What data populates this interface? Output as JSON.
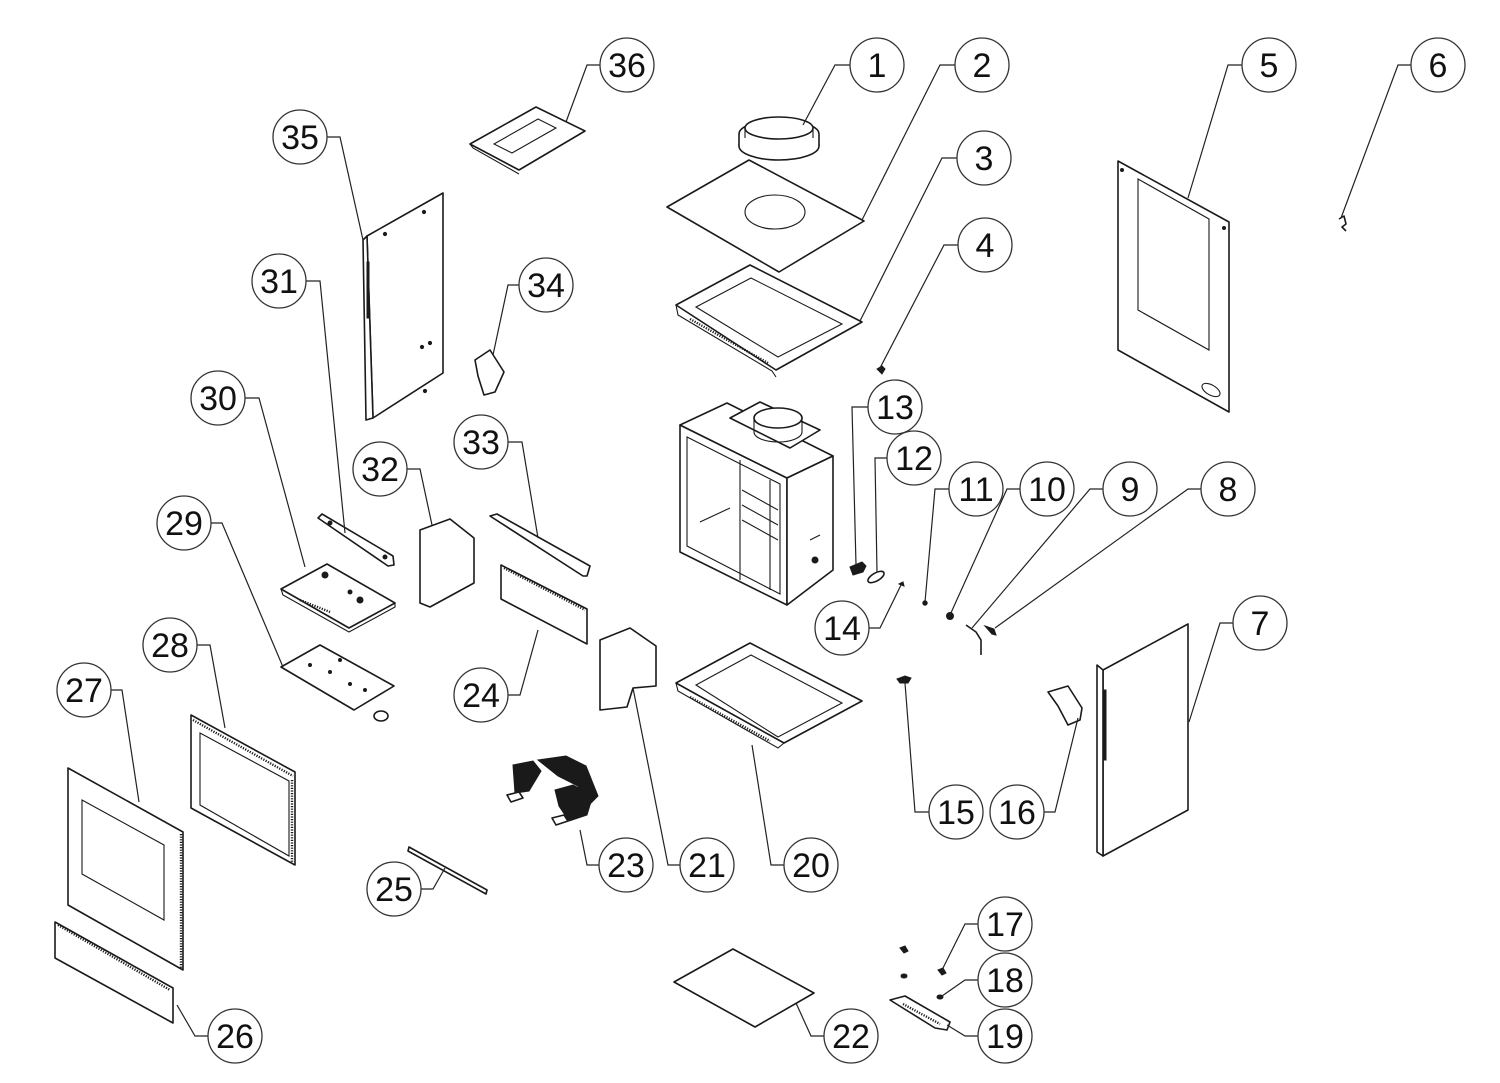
{
  "diagram": {
    "title": "Exploded parts diagram",
    "colors": {
      "line": "#1a1a1a",
      "background": "#ffffff",
      "balloon_stroke": "#333333"
    },
    "callouts": [
      {
        "id": "1",
        "label": "1",
        "part": "flue-collar"
      },
      {
        "id": "2",
        "label": "2",
        "part": "top-plate"
      },
      {
        "id": "3",
        "label": "3",
        "part": "top-frame"
      },
      {
        "id": "4",
        "label": "4",
        "part": "screw"
      },
      {
        "id": "5",
        "label": "5",
        "part": "rear-panel"
      },
      {
        "id": "6",
        "label": "6",
        "part": "clip"
      },
      {
        "id": "7",
        "label": "7",
        "part": "right-side-panel"
      },
      {
        "id": "8",
        "label": "8",
        "part": "screw"
      },
      {
        "id": "9",
        "label": "9",
        "part": "pin"
      },
      {
        "id": "10",
        "label": "10",
        "part": "washer"
      },
      {
        "id": "11",
        "label": "11",
        "part": "small-washer"
      },
      {
        "id": "12",
        "label": "12",
        "part": "gasket"
      },
      {
        "id": "13",
        "label": "13",
        "part": "connector"
      },
      {
        "id": "14",
        "label": "14",
        "part": "screw"
      },
      {
        "id": "15",
        "label": "15",
        "part": "fastener"
      },
      {
        "id": "16",
        "label": "16",
        "part": "bracket"
      },
      {
        "id": "17",
        "label": "17",
        "part": "screw"
      },
      {
        "id": "18",
        "label": "18",
        "part": "washer"
      },
      {
        "id": "19",
        "label": "19",
        "part": "hinge-bar"
      },
      {
        "id": "20",
        "label": "20",
        "part": "base-frame"
      },
      {
        "id": "21",
        "label": "21",
        "part": "side-baffle-right"
      },
      {
        "id": "22",
        "label": "22",
        "part": "base-plate"
      },
      {
        "id": "23",
        "label": "23",
        "part": "log-set"
      },
      {
        "id": "24",
        "label": "24",
        "part": "front-baffle"
      },
      {
        "id": "25",
        "label": "25",
        "part": "rod"
      },
      {
        "id": "26",
        "label": "26",
        "part": "bottom-trim"
      },
      {
        "id": "27",
        "label": "27",
        "part": "front-fascia"
      },
      {
        "id": "28",
        "label": "28",
        "part": "glass-door"
      },
      {
        "id": "29",
        "label": "29",
        "part": "burner-tray"
      },
      {
        "id": "30",
        "label": "30",
        "part": "burner-assembly"
      },
      {
        "id": "31",
        "label": "31",
        "part": "support-rail"
      },
      {
        "id": "32",
        "label": "32",
        "part": "side-baffle-left"
      },
      {
        "id": "33",
        "label": "33",
        "part": "top-baffle"
      },
      {
        "id": "34",
        "label": "34",
        "part": "bracket"
      },
      {
        "id": "35",
        "label": "35",
        "part": "left-side-panel"
      },
      {
        "id": "36",
        "label": "36",
        "part": "top-cover"
      }
    ]
  }
}
